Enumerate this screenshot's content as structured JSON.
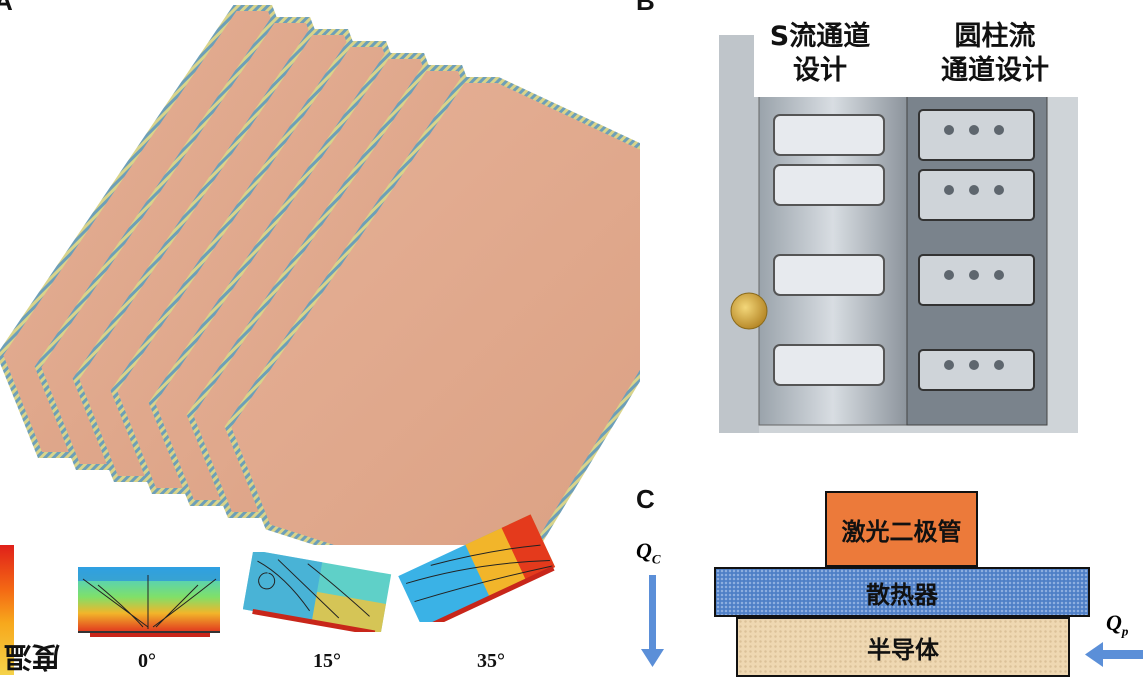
{
  "panels": {
    "a": "A",
    "b": "B",
    "c": "C"
  },
  "panel_a": {
    "angles": [
      "0°",
      "15°",
      "35°"
    ],
    "colorbar_label": "温度"
  },
  "panel_b": {
    "left_label": "S流通道\n设计",
    "right_label": "圆柱流\n通道设计"
  },
  "panel_c": {
    "laser_label": "激光二极管",
    "heatsink_label": "散热器",
    "semiconductor_label": "半导体",
    "qc_main": "Q",
    "qc_sub": "C",
    "qp_main": "Q",
    "qp_sub": "p"
  },
  "colors": {
    "fin_face": "#e2a98a",
    "fin_edge": "#8fb06c",
    "laser": "#ec7a3a",
    "heatsink": "#4f7fc6",
    "semiconductor": "#efd8b2",
    "arrow": "#5b8fd8"
  }
}
